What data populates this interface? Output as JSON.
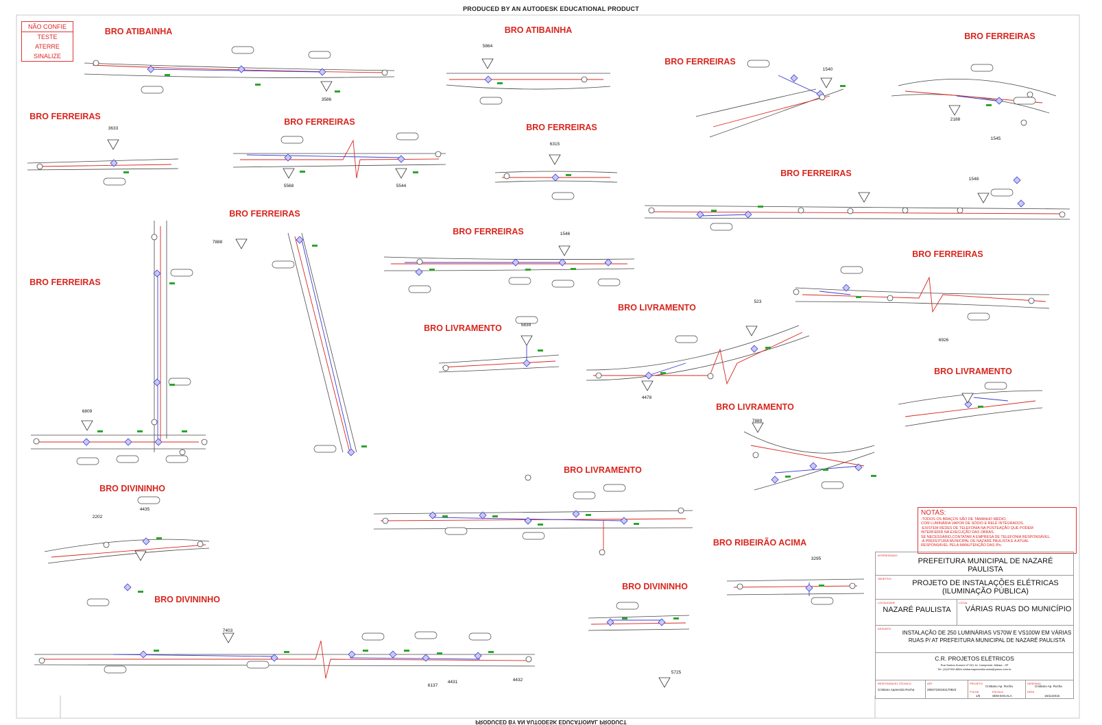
{
  "header": {
    "banner": "PRODUCED BY AN AUTODESK EDUCATIONAL PRODUCT"
  },
  "warning_box": {
    "title": "NÃO CONFIE",
    "lines": [
      "TESTE",
      "ATERRE",
      "SINALIZE"
    ]
  },
  "places": [
    "BRO ATIBAINHA",
    "BRO ATIBAINHA",
    "BRO FERREIRAS",
    "BRO FERREIRAS",
    "BRO FERREIRAS",
    "BRO FERREIRAS",
    "BRO FERREIRAS",
    "BRO FERREIRAS",
    "BRO FERREIRAS",
    "BRO FERREIRAS",
    "BRO FERREIRAS",
    "BRO FERREIRAS",
    "BRO LIVRAMENTO",
    "BRO LIVRAMENTO",
    "BRO LIVRAMENTO",
    "BRO LIVRAMENTO",
    "BRO LIVRAMENTO",
    "BRO DIVININHO",
    "BRO DIVININHO",
    "BRO DIVININHO",
    "BRO RIBEIRÃO ACIMA"
  ],
  "poles": [
    "3586",
    "5864",
    "3633",
    "5568",
    "5544",
    "6315",
    "1540",
    "2188",
    "1545",
    "1548",
    "7888",
    "6809",
    "1546",
    "5839",
    "523",
    "4478",
    "6926",
    "7889",
    "4435",
    "2202",
    "7403",
    "6137",
    "4431",
    "4432",
    "3295",
    "5725"
  ],
  "notes": {
    "title": "NOTAS:",
    "lines": [
      "-TODOS OS BRAÇOS SÃO DE TAMANHO MÉDIO,",
      "COM LUMINÁRIA VAPOR DE SÓDIO E RELÉ INTEGRADOS.",
      "-EXISTEM REDES DE TELEFONIA NA POSTEAÇÃO QUE PODEM",
      "INTERFERIR NA EXECUÇÃO DAS OBRAS.",
      "SE NECESSÁRIO,CONTATAR A EMPRESA DE TELEFONIA RESPONSÁVEL.",
      "-A PREFEITURA MUNICIPAL DE NAZARÉ PAULISTA É A ATUAL",
      "RESPONSÁVEL PELA MANUTENÇÃO DAS IPs."
    ]
  },
  "title_block": {
    "interessado_label": "INTERESSADO",
    "interessado": "PREFEITURA MUNICIPAL DE NAZARÉ PAULISTA",
    "objetivo_label": "OBJETIVO",
    "objetivo": "PROJETO DE INSTALAÇÕES ELÉTRICAS (ILUMINAÇÃO PÚBLICA)",
    "localidade_label": "LOCALIDADE",
    "localidade": "NAZARÉ PAULISTA",
    "local_label": "LOCAL",
    "local": "VÁRIAS RUAS DO MUNICÍPIO",
    "assunto_label": "ASSUNTO",
    "assunto": "INSTALAÇÃO DE 250 LUMINÁRIAS VS70W E VS100W EM VÁRIAS RUAS P/ AT PREFEITURA MUNICIPAL DE NAZARÉ PAULISTA",
    "company": "C.R. PROJETOS ELÉTRICOS",
    "address": "Rua Santos Dumont nº 001 Jd. Campestre, Atibaia - SP",
    "contact": "Tel: (11)97000-8884  cristianoaparecidorocha@yahoo.com.br",
    "resp_label": "RESPONSÁVEL TÉCNICO",
    "resp": "Cristiano Aparecido Rocha",
    "art_label": "ART",
    "art": "28027230181170823",
    "projeto_label": "PROJETO",
    "projeto": "Cristiano Ap. Rocha",
    "desenho_label": "DESENHO",
    "desenho": "Cristiano Ap. Rocha",
    "folha_label": "FOLHA",
    "folha": "1/6",
    "escala_label": "ESCALA",
    "escala": "SEM ESCALA",
    "data_label": "DATA",
    "data": "15/11/2016"
  },
  "colors": {
    "place": "#d8251d",
    "line": "#333333",
    "red": "#d8251d",
    "blue": "#3b3bd0",
    "green": "#2aa52a"
  }
}
